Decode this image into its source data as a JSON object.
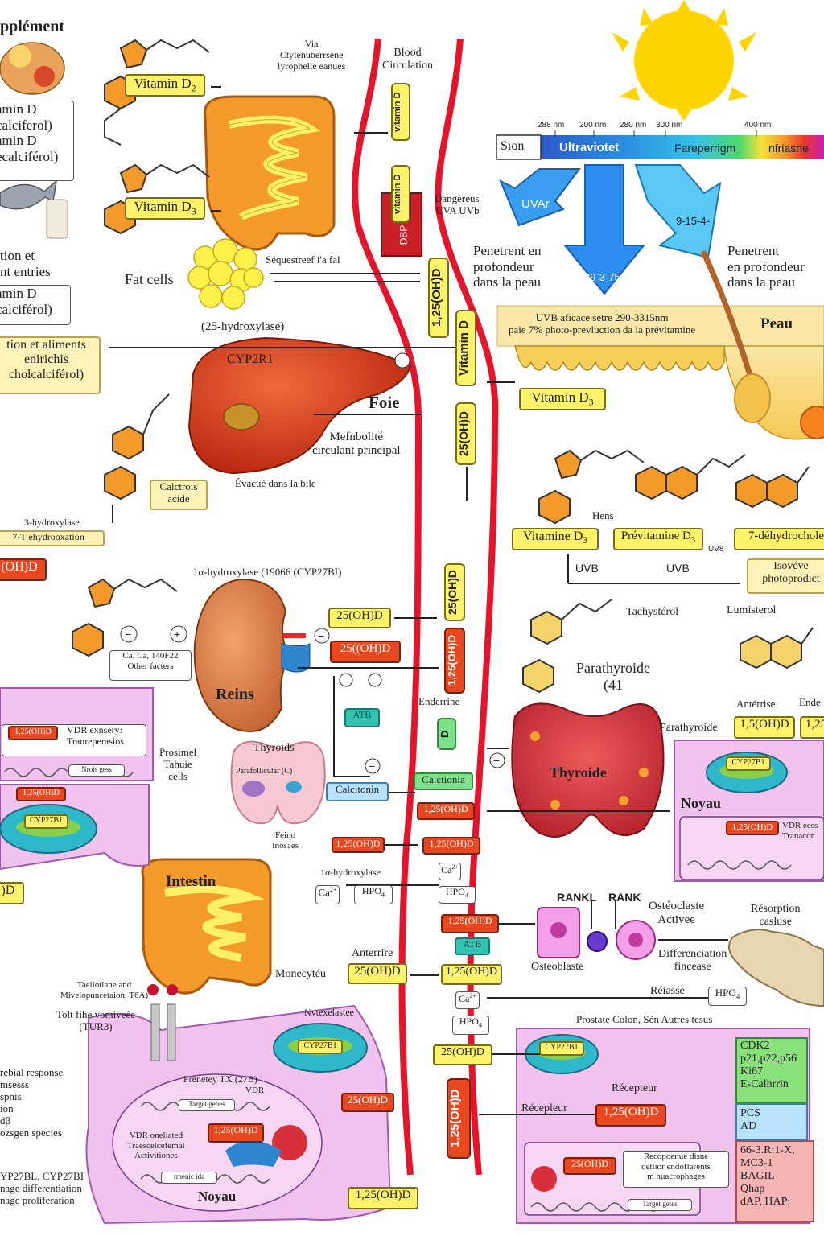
{
  "header": {
    "top_left_title": "pplément",
    "via_label": "Via\nCtylenuberrsene\nlyrophelle eanues",
    "blood_circulation": "Blood\nCirculation"
  },
  "spectrum": {
    "nm_labels": [
      "288 nm",
      "200 nm",
      "280 nm",
      "300 nm",
      "400 nm"
    ],
    "sion_label": "Sion",
    "uv_label": "Ultraviotet",
    "far_label": "Fareperrigm",
    "infra_label": "nfriasne",
    "uvar_label": "UVAr",
    "arrow_mid_label": "29-3-75",
    "arrow_right_label": "9-15-4-",
    "danger_label": "Dangereus\nUVA UVb",
    "penetrent_left": "Penetrent en\nprofondeur\ndans la peau",
    "penetrent_right": "Penetrent\nen profondeur\ndans la peau",
    "uvb_box_text": "UVB aficace setre 290-3315nm\npaie 7% photo-prevluction da la prévitamine",
    "peau_label": "Peau"
  },
  "left_panel": {
    "vitamin_d2_label_1": "Vitamin D",
    "vitamin_d2_label_2": "Vitamin D",
    "vitamin_d2_text": "amin D\ncalciferol)\namin D\necalciférol)",
    "fat_cells": "Fat cells",
    "sequestre": "Séquestreef i'a fal",
    "tion_et_entries": "tion et\nnt entries",
    "amin_d3_box": "amin D\ncalciférol)",
    "tion_aliments_box": "tion et aliments\nenirichis\ncholcalciférol)",
    "hydroxylase_25": "(25-hydroxylase)",
    "cyp2r1": "CYP2R1",
    "foie": "Foie",
    "metabolite": "Mefnbolité\ncirculant principal",
    "evacue": "Évacué dans la bile",
    "calcitroic": "Calctrois\nacide",
    "hydroxylase_3": "3-hydroxylase",
    "hydroxylase_7": "7-T éhydrooxation",
    "oh2d_left": "(OH)D",
    "alpha_hydroxylase": "1α-hydroxylase (19066 (CYP27BI)",
    "other_factors": "Ca, Ca, 140F22\nOther facters",
    "reins": "Reins",
    "vdr_box": "VDR exnsery:\nTranreperasios",
    "nrois_gess": "Nrois gess",
    "proximal": "Prosimel\nTahuie\ncells",
    "thyroids": "Thyroids",
    "parafollicular": "Parafollicular (C)",
    "calcitonin": "Calcitonin",
    "intestin": "Intestin",
    "hd_left": ")D",
    "fano_inosaes": "Feino\nInosaes",
    "alpha_hydroxylase_2": "1α-hydroxylase",
    "ca_label": "Ca",
    "hpo4_label": "HPO",
    "taeliotiane": "Taeliotiane and\nMivelopuncetaion, T6A)",
    "toll_like": "Tolt fihe vomiveée\n(TUR3)",
    "monocyte": "Monecytéu",
    "nvtexelastee": "Nvtexelastee",
    "frenetey": "Frenetey   TX (27B)",
    "vdr_label": "VDR",
    "target_genes": "Target genes",
    "vdr_oneliated": "VDR oneliated\nTraescelcefemal\nActivitiones",
    "rmenic_ida": "rmenic ida",
    "noyau_bottom": "Noyau",
    "left_bottom_list": "rebial response\nmsesss\nspnis\nion\ndβ\nozsgen species",
    "left_bottom_list2": "YP27BL, CYP27BI\nnage differentiation\nnage proliferation",
    "anterrire": "Anterrire"
  },
  "central": {
    "vit_d_1": "vitamin D",
    "vit_d_2": "vitamin D",
    "dbp": "DBP",
    "oh25_v1": "1,25(OH)D",
    "vit_d3_v": "Vitamin D",
    "oh25_v2": "25(OH)D",
    "oh25_v3": "25(OH)D",
    "oh125_v": "1,25(OH)D",
    "oh125_v_bottom": "1,25(OH)D",
    "pill_25ohd_1": "25(OH)D",
    "pill_25ohd_2": "25((OH)D",
    "pill_atb_1": "ATB",
    "pill_d": "D",
    "enderrine": "Enderrine",
    "calcitonia": "Calctionia",
    "pill_125_a": "1,25(OH)D",
    "pill_125_b": "1,25(OH)D",
    "pill_125_c": "1,25(OH)D",
    "pill_ca": "Ca",
    "pill_hpo4": "HPO",
    "pill_125_d": "1,25(OH)D",
    "pill_atb_2": "ATB",
    "pill_25ohd_3": "25(OH)D",
    "pill_125_e": "1,25(OH)D",
    "pill_ca_2": "Ca",
    "pill_hpo4_2": "HPO",
    "pill_25ohd_4": "25(OH)D",
    "pill_25ohd_5": "25(OH)D",
    "pill_125_bottom": "1,25(OH)D"
  },
  "right_panel": {
    "vitamin_d3_skin": "Vitamin D",
    "vitamine_d3": "Vitamine D",
    "previtamine_d3": "Prévitamine D",
    "dehydrochol": "7-déhydrochole",
    "hens": "Hens",
    "uvb_1": "UVB",
    "uvb_2": "UVB",
    "uvb_3": "UV8",
    "isoveve": "Isovéve\nphotoprodict",
    "tachysterol": "Tachystérol",
    "lumisterol": "Lumisterol",
    "parathyroide": "Parathyroide\n(41",
    "anterise": "Antérrise",
    "ende": "Ende",
    "parathyroide_2": "Parathyroide",
    "oh15_label": "1,5(OH)D",
    "oh125_label": "1,25",
    "thyroide": "Thyroide",
    "noyau": "Noyau",
    "cyp27b1": "CYP27B1",
    "oh125_noyau": "1,25(OH)D",
    "vdr_eess": "VDR eess\nTranacor",
    "rank_l": "RANKL",
    "rank": "RANK",
    "osteoclaste": "Ostéoclaste\nActivee",
    "resorption": "Résorption\ncasluse",
    "osteoblaste": "Osteoblaste",
    "differentiation": "Differenciation\nfincease",
    "reiasse": "Réiasse",
    "hpo4_right": "HPO",
    "prostate": "Prostate Colon, Sén Autres tesus",
    "cyp27b1_2": "CYP27B1",
    "recepteur": "Récepteur",
    "recepleur": "Récepleur",
    "oh125_right": "1,25(OH)D",
    "oh25_small": "25(OH)D",
    "recopoenue": "Recopoenue disne\ndetlior endoflarents\nm nuacrophages",
    "target_genes_2": "Target getes",
    "cdk2_box": "CDK2\np21,p22,p56\nKi67\nE-Calhrrin",
    "pcs_box": "PCS\nAD",
    "bottom_box": "66-3.R:1-X,\nMC3-1\nBAGIL\nQhap\ndAP, HAP;"
  },
  "colors": {
    "blood": "#e4152b",
    "liver": "#d8391a",
    "sun": "#ffd400",
    "pink_panel": "#f2c2ee",
    "uv_blue": "#2c8ff0"
  }
}
